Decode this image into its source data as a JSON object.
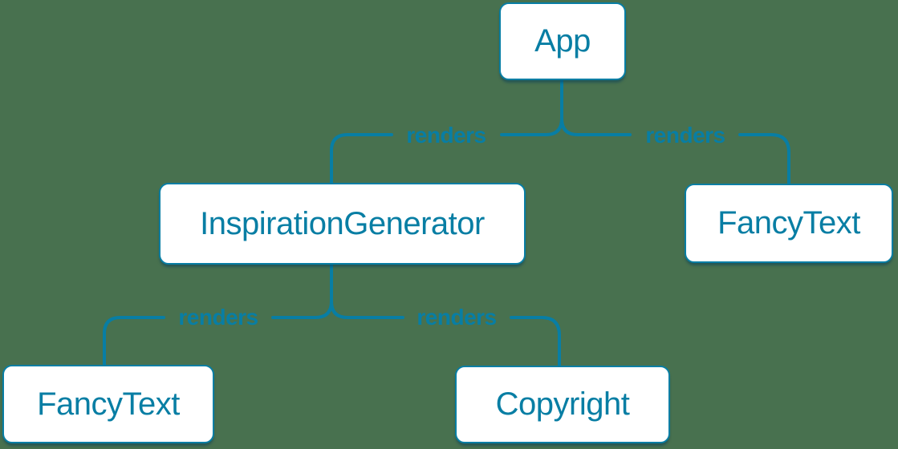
{
  "page": {
    "background_color": "#48714F"
  },
  "colors": {
    "accent": "#087EA4",
    "node_fill": "#FFFFFF"
  },
  "diagram": {
    "type": "tree",
    "nodes": [
      {
        "id": "app",
        "label": "App"
      },
      {
        "id": "inspiration-generator",
        "label": "InspirationGenerator"
      },
      {
        "id": "fancy-text-top",
        "label": "FancyText"
      },
      {
        "id": "fancy-text-bottom",
        "label": "FancyText"
      },
      {
        "id": "copyright",
        "label": "Copyright"
      }
    ],
    "edges": [
      {
        "from": "App",
        "to": "InspirationGenerator",
        "label": "renders"
      },
      {
        "from": "App",
        "to": "FancyText",
        "label": "renders"
      },
      {
        "from": "InspirationGenerator",
        "to": "FancyText",
        "label": "renders"
      },
      {
        "from": "InspirationGenerator",
        "to": "Copyright",
        "label": "renders"
      }
    ]
  }
}
